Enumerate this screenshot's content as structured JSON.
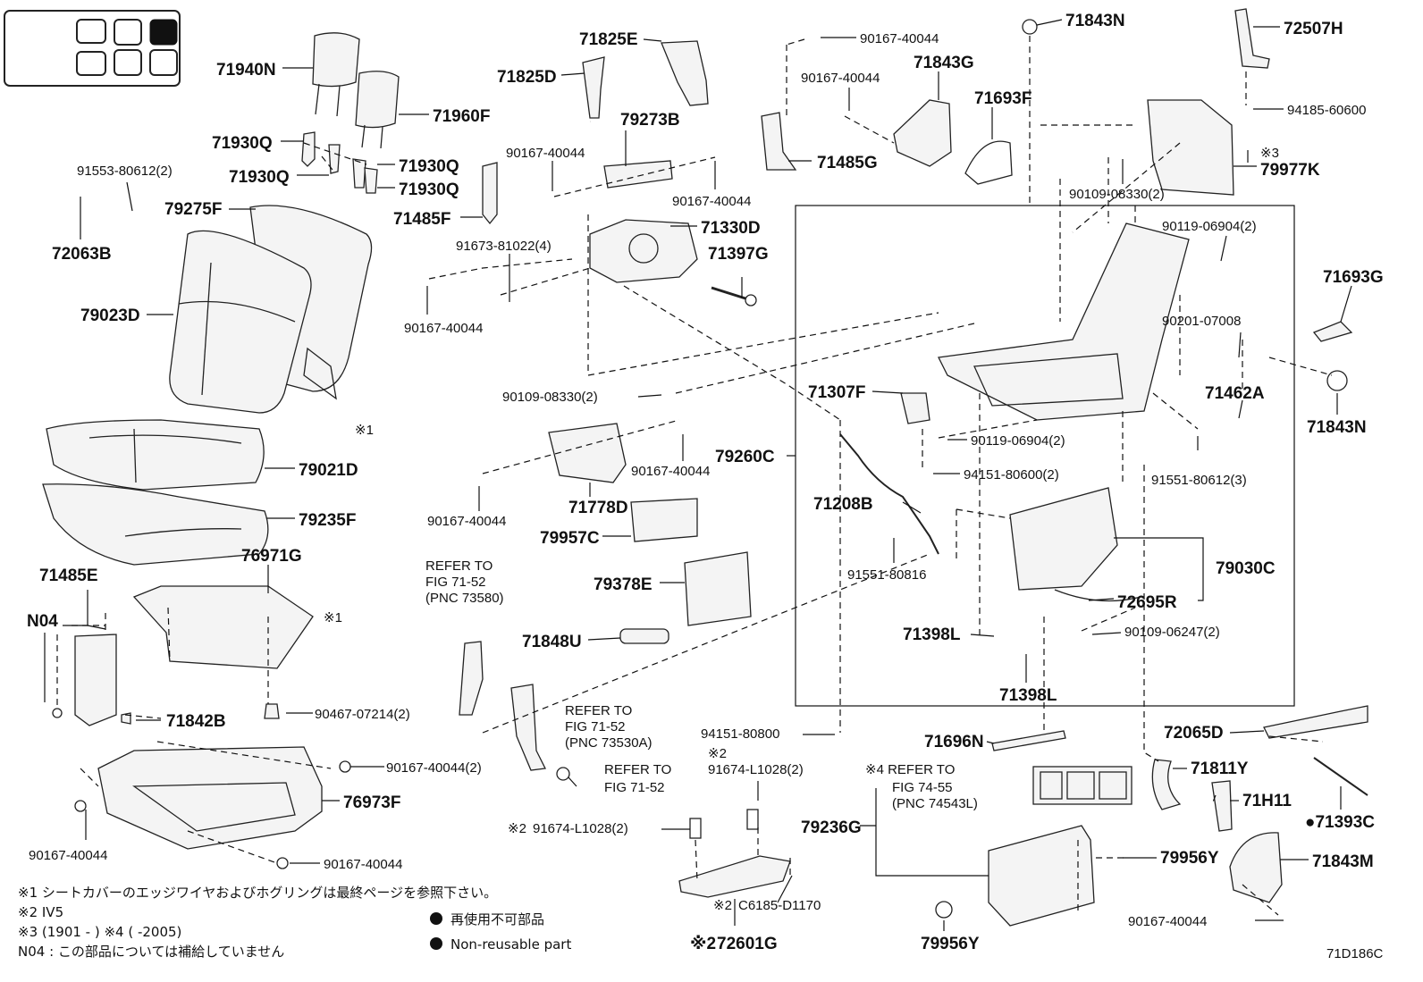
{
  "diagram": {
    "figure_code": "71D186C",
    "labels": {
      "p71940N": "71940N",
      "p71960F": "71960F",
      "p71930Q_a": "71930Q",
      "p71930Q_b": "71930Q",
      "p71930Q_c": "71930Q",
      "p71930Q_d": "71930Q",
      "p91553": "91553-80612(2)",
      "p72063B": "72063B",
      "p79275F": "79275F",
      "p79023D": "79023D",
      "p79021D": "79021D",
      "p79235F": "79235F",
      "p71485E": "71485E",
      "pN04": "N04",
      "p76971G": "76971G",
      "p71842B": "71842B",
      "p90467": "90467-07214(2)",
      "p76973F": "76973F",
      "p90167_44_2": "90167-40044(2)",
      "p90167_bl": "90167-40044",
      "p90167_bm": "90167-40044",
      "p71825E": "71825E",
      "p71825D": "71825D",
      "p79273B": "79273B",
      "p90167_c1": "90167-40044",
      "p90167_c2": "90167-40044",
      "p71485F": "71485F",
      "p91673": "91673-81022(4)",
      "p71330D": "71330D",
      "p71397G": "71397G",
      "p90167_c3": "90167-40044",
      "p90109_a": "90109-08330(2)",
      "p90167_c4": "90167-40044",
      "p90167_c5": "90167-40044",
      "p71778D": "71778D",
      "p79957C": "79957C",
      "p79378E": "79378E",
      "p71848U": "71848U",
      "refer1_l1": "REFER TO",
      "refer1_l2": "FIG 71-52",
      "refer1_l3": "(PNC 73580)",
      "refer2_l1": "REFER TO",
      "refer2_l2": "FIG 71-52",
      "refer2_l3": "(PNC 73530A)",
      "refer3_l1": "REFER TO",
      "refer3_l2": "FIG 71-52",
      "p94151_808": "94151-80800",
      "p91674_a": "91674-L1028(2)",
      "p91674_b": "91674-L1028(2)",
      "p72601G": "72601G",
      "pC6185": "C6185-D1170",
      "p90167_t1": "90167-40044",
      "p90167_t2": "90167-40044",
      "p71843G": "71843G",
      "p71485G": "71485G",
      "p71693F": "71693F",
      "p71843N_t": "71843N",
      "p72507H": "72507H",
      "p94185": "94185-60600",
      "p79977K": "79977K",
      "p90109_b": "90109-08330(2)",
      "p90119_a": "90119-06904(2)",
      "p71693G": "71693G",
      "p90201": "90201-07008",
      "p71462A": "71462A",
      "p71843N_r": "71843N",
      "p71307F": "71307F",
      "p79260C": "79260C",
      "p90119_b": "90119-06904(2)",
      "p94151_806": "94151-80600(2)",
      "p91551_3": "91551-80612(3)",
      "p71208B": "71208B",
      "p91551_816": "91551-80816",
      "p79030C": "79030C",
      "p72695R": "72695R",
      "p71398L_a": "71398L",
      "p71398L_b": "71398L",
      "p90109_06247": "90109-06247(2)",
      "p71696N": "71696N",
      "p72065D": "72065D",
      "p71811Y": "71811Y",
      "p71H11": "71H11",
      "p71393C": "●71393C",
      "refer4_l1": "※4 REFER TO",
      "refer4_l2": "FIG 74-55",
      "refer4_l3": "(PNC 74543L)",
      "p79236G": "79236G",
      "p79956Y_a": "79956Y",
      "p79956Y_b": "79956Y",
      "p71843M": "71843M",
      "p90167_br": "90167-40044",
      "star3": "※3",
      "star1_a": "※1",
      "star1_b": "※1",
      "star2_a": "※2",
      "star2_b": "※2",
      "star2_c": "※2",
      "star2_d": "※2"
    },
    "notes": {
      "n1": "※1 シートカバーのエッジワイヤおよびホグリングは最終ページを参照下さい。",
      "n2": "※2 IV5",
      "n3": "※3 (1901 -      )  ※4 (      -2005)",
      "n4": "N04 : この部品については補給していません",
      "legend_jp": "再使用不可部品",
      "legend_en": "Non-reusable part"
    }
  }
}
